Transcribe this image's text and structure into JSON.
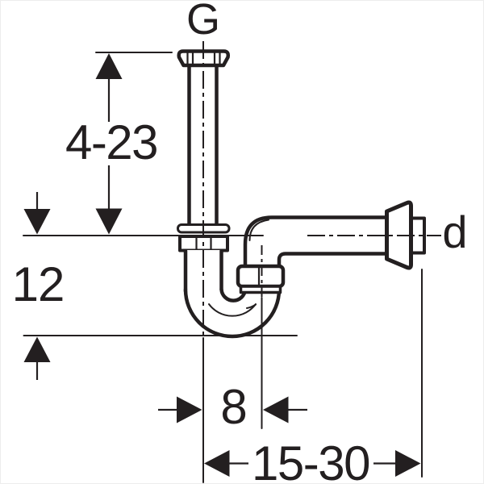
{
  "drawing": {
    "type": "technical-line-drawing",
    "subject": "bottle/pipe trap (P-trap) side view with dimension lines"
  },
  "labels": {
    "inlet_thread": "G",
    "outlet_diameter": "d"
  },
  "dimensions": {
    "tailpiece_height": "4-23",
    "trap_depth": "12",
    "horizontal_offset": "8",
    "wall_distance": "15-30"
  },
  "colors": {
    "line": "#231f20",
    "background": "#ffffff"
  }
}
